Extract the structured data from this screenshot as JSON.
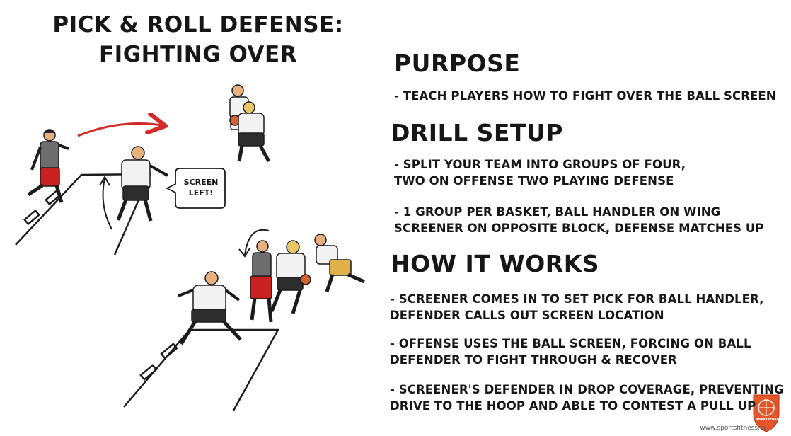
{
  "title": {
    "line1": "PICK & ROLL DEFENSE:",
    "line2": "FIGHTING OVER"
  },
  "sections": [
    {
      "heading": "PURPOSE",
      "lines": [
        "- TEACH PLAYERS HOW TO FIGHT OVER THE BALL SCREEN"
      ]
    },
    {
      "heading": "DRILL SETUP",
      "lines": [
        "- SPLIT YOUR TEAM INTO GROUPS OF FOUR,",
        "TWO ON OFFENSE TWO PLAYING DEFENSE",
        "- 1 GROUP PER BASKET, BALL HANDLER ON WING",
        "SCREENER ON OPPOSITE BLOCK, DEFENSE MATCHES UP"
      ]
    },
    {
      "heading": "HOW IT WORKS",
      "lines": [
        "- SCREENER COMES IN TO SET PICK FOR BALL HANDLER,",
        "DEFENDER CALLS OUT SCREEN LOCATION",
        "- OFFENSE USES THE BALL SCREEN, FORCING ON BALL",
        "DEFENDER TO FIGHT THROUGH & RECOVER",
        "- SCREENER'S DEFENDER IN DROP COVERAGE, PREVENTING",
        "DRIVE TO THE HOOP AND ABLE TO CONTEST A PULL UP"
      ]
    }
  ],
  "speech_bubble": {
    "line1": "SCREEN",
    "line2": "LEFT!"
  },
  "watermark": "www.sportsfitness.ai",
  "brand": "eBasketballCoach",
  "colors": {
    "text": "#161616",
    "arrow_red": "#d42a2a",
    "jersey_red": "#c8211f",
    "jersey_white": "#f2f2f2",
    "jersey_gray": "#6d6d6d",
    "shorts_dark": "#2d2d2d",
    "shorts_yellow": "#e0b04a",
    "skin": "#e9b07f",
    "hair_blond": "#e9c66a",
    "brand_orange": "#e4562a"
  }
}
